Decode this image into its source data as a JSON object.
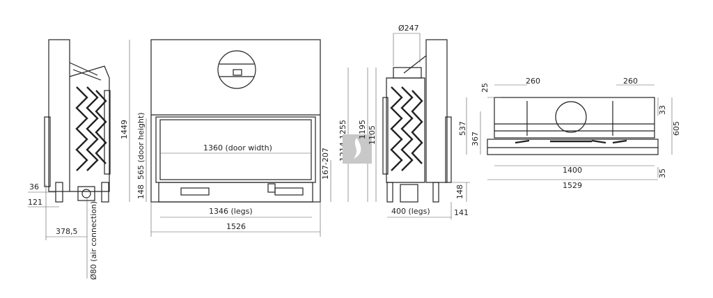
{
  "side_view_left": {
    "dim_36": "36",
    "dim_121": "121",
    "dim_378_5": "378,5",
    "air_connection": "Ø80 (air connection)"
  },
  "front_view": {
    "height": "1449",
    "door_height": "565 (door height)",
    "bottom_148": "148",
    "door_width": "1360 (door width)",
    "legs_width": "1346 (legs)",
    "total_width": "1526",
    "range_167_207": "167-207",
    "range_1214_1255": "1214-1255"
  },
  "side_view_right": {
    "dim_1195": "1195",
    "dim_1105": "1105",
    "flue": "Ø247",
    "legs_depth": "400 (legs)",
    "dim_148": "148",
    "dim_141": "141"
  },
  "top_view": {
    "left_260": "260",
    "right_260": "260",
    "dim_25": "25",
    "dim_537": "537",
    "dim_367": "367",
    "dim_33": "33",
    "dim_605": "605",
    "dim_35": "35",
    "dim_1400": "1400",
    "dim_1529": "1529"
  },
  "colors": {
    "line": "#222222",
    "watermark": "#c8c8c8"
  }
}
